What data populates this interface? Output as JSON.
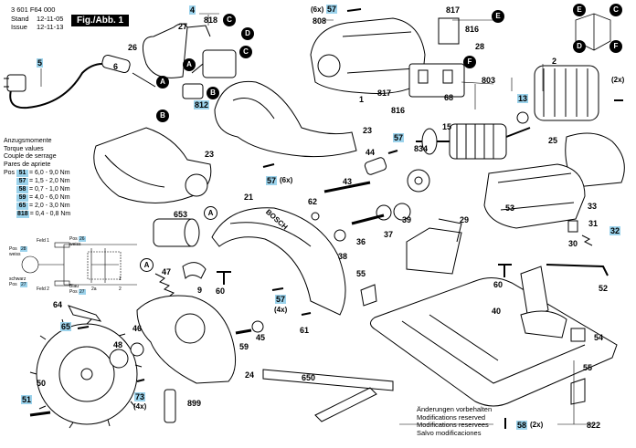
{
  "header": {
    "part_number": "3 601 F64 000",
    "stand_label": "Stand",
    "stand_date": "12-11-05",
    "issue_label": "Issue",
    "issue_date": "12-11-13",
    "figure": "Fig./Abb. 1"
  },
  "torque": {
    "titles": [
      "Anzugsmomente",
      "Torque values",
      "Couple de serrage",
      "Pares de apriete"
    ],
    "rows": [
      {
        "pos": "Pos",
        "num": "51",
        "val": "= 6,0 - 9,0 Nm"
      },
      {
        "pos": "",
        "num": "57",
        "val": "= 1,5 - 2,0 Nm"
      },
      {
        "pos": "",
        "num": "58",
        "val": "= 0,7 - 1,0 Nm"
      },
      {
        "pos": "",
        "num": "59",
        "val": "= 4,0 - 6,0 Nm"
      },
      {
        "pos": "",
        "num": "65",
        "val": "= 2,0 - 3,0 Nm"
      },
      {
        "pos": "",
        "num": "818",
        "val": "= 0,4 - 0,8 Nm"
      }
    ]
  },
  "wiring": {
    "feld1": "Feld 1",
    "feld2": "Feld 2",
    "pos28": "Pos",
    "n28": "28",
    "weiss": "weiss",
    "pos26": "Pos",
    "n26": "26",
    "weiss2": "weiss",
    "schwarz": "schwarz",
    "pos27": "Pos",
    "n27": "27",
    "blau": "Blau",
    "pos27b": "Pos",
    "n27b": "27",
    "t1": "1",
    "t2": "2",
    "t2a": "2a"
  },
  "labels": [
    {
      "t": "4",
      "b": true
    },
    {
      "t": "27",
      "b": false
    },
    {
      "t": "818",
      "b": false
    },
    {
      "t": "26",
      "b": false
    },
    {
      "t": "5",
      "b": true
    },
    {
      "t": "6",
      "b": false
    },
    {
      "t": "812",
      "b": true
    },
    {
      "t": "23",
      "b": false
    },
    {
      "t": "23",
      "b": false
    },
    {
      "t": "57",
      "b": true
    },
    {
      "t": "808",
      "b": false
    },
    {
      "t": "1",
      "b": false
    },
    {
      "t": "817",
      "b": false
    },
    {
      "t": "816",
      "b": false
    },
    {
      "t": "28",
      "b": false
    },
    {
      "t": "817",
      "b": false
    },
    {
      "t": "68",
      "b": false
    },
    {
      "t": "816",
      "b": false
    },
    {
      "t": "803",
      "b": false
    },
    {
      "t": "2",
      "b": false
    },
    {
      "t": "13",
      "b": true
    },
    {
      "t": "15",
      "b": false
    },
    {
      "t": "57",
      "b": true
    },
    {
      "t": "834",
      "b": false
    },
    {
      "t": "25",
      "b": false
    },
    {
      "t": "57",
      "b": true
    },
    {
      "t": "44",
      "b": false
    },
    {
      "t": "43",
      "b": false
    },
    {
      "t": "21",
      "b": false
    },
    {
      "t": "62",
      "b": false
    },
    {
      "t": "653",
      "b": false
    },
    {
      "t": "36",
      "b": false
    },
    {
      "t": "38",
      "b": false
    },
    {
      "t": "37",
      "b": false
    },
    {
      "t": "39",
      "b": false
    },
    {
      "t": "29",
      "b": false
    },
    {
      "t": "33",
      "b": false
    },
    {
      "t": "31",
      "b": false
    },
    {
      "t": "30",
      "b": false
    },
    {
      "t": "32",
      "b": true
    },
    {
      "t": "47",
      "b": false
    },
    {
      "t": "9",
      "b": false
    },
    {
      "t": "60",
      "b": false
    },
    {
      "t": "55",
      "b": false
    },
    {
      "t": "60",
      "b": false
    },
    {
      "t": "52",
      "b": false
    },
    {
      "t": "64",
      "b": false
    },
    {
      "t": "57",
      "b": true
    },
    {
      "t": "61",
      "b": false
    },
    {
      "t": "40",
      "b": false
    },
    {
      "t": "65",
      "b": true
    },
    {
      "t": "46",
      "b": false
    },
    {
      "t": "48",
      "b": false
    },
    {
      "t": "59",
      "b": false
    },
    {
      "t": "45",
      "b": false
    },
    {
      "t": "54",
      "b": false
    },
    {
      "t": "24",
      "b": false
    },
    {
      "t": "50",
      "b": false
    },
    {
      "t": "650",
      "b": false
    },
    {
      "t": "73",
      "b": true
    },
    {
      "t": "899",
      "b": false
    },
    {
      "t": "55",
      "b": false
    },
    {
      "t": "51",
      "b": true
    },
    {
      "t": "58",
      "b": true
    },
    {
      "t": "822",
      "b": false
    },
    {
      "t": "53",
      "b": false
    }
  ],
  "quantities": [
    "(6x)",
    "(6x)",
    "(2x)",
    "(4x)",
    "(4x)",
    "(2x)"
  ],
  "refs": [
    "A",
    "B",
    "C",
    "D",
    "E",
    "F"
  ],
  "footer": [
    "Änderungen vorbehalten",
    "Modifications reserved",
    "Modifications reservees",
    "Salvo modificaciones"
  ],
  "brand": "BOSCH"
}
